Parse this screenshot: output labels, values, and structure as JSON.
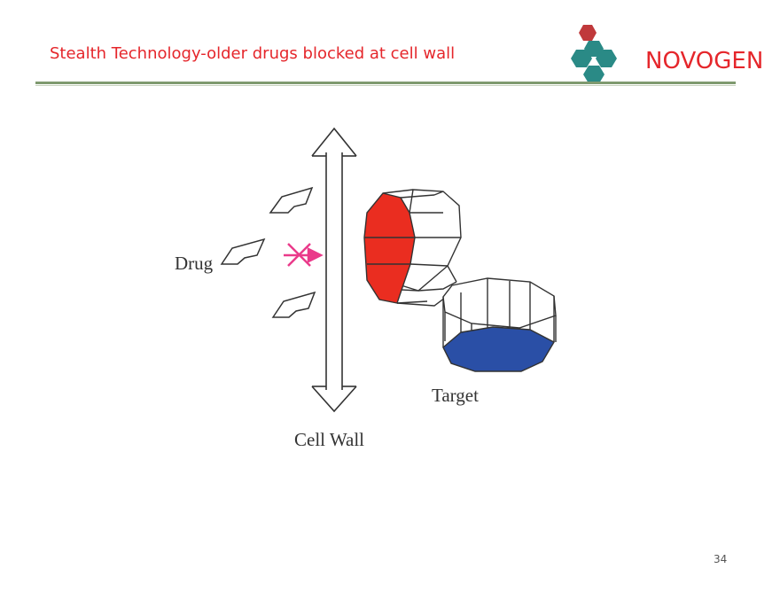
{
  "slide": {
    "title": "Stealth Technology-older drugs blocked at cell wall",
    "page_number": "34"
  },
  "logo": {
    "text": "NOVOGEN",
    "colors": {
      "top_hexagon": "#c0393b",
      "teal_hexagons": "#2a8a86",
      "text": "#e5262b"
    }
  },
  "diagram": {
    "labels": {
      "drug": "Drug",
      "target": "Target",
      "cell_wall": "Cell Wall"
    },
    "colors": {
      "blocked_marker": "#ea3a8a",
      "target_red_face": "#ea2d20",
      "target_blue_face": "#2a4fa6",
      "outline": "#333333"
    }
  }
}
